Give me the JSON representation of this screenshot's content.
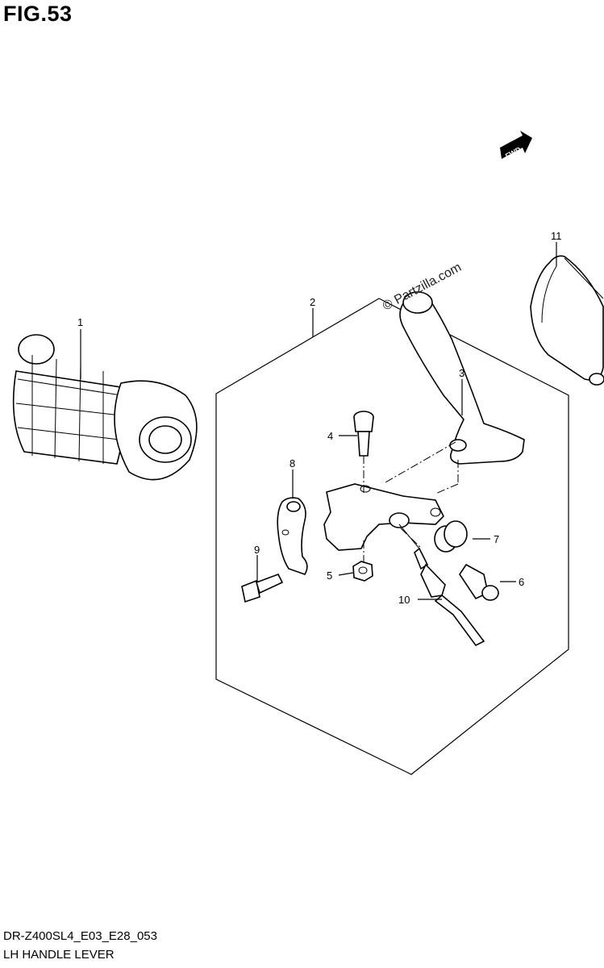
{
  "figure": {
    "title": "FIG.53",
    "model_code": "DR-Z400SL4_E03_E28_053",
    "name": "LH HANDLE LEVER",
    "direction_badge": "FWD",
    "watermark": "© Partzilla.com"
  },
  "callouts": [
    {
      "id": "1"
    },
    {
      "id": "2"
    },
    {
      "id": "3"
    },
    {
      "id": "4"
    },
    {
      "id": "5"
    },
    {
      "id": "6"
    },
    {
      "id": "7"
    },
    {
      "id": "8"
    },
    {
      "id": "9"
    },
    {
      "id": "10"
    },
    {
      "id": "11"
    }
  ]
}
